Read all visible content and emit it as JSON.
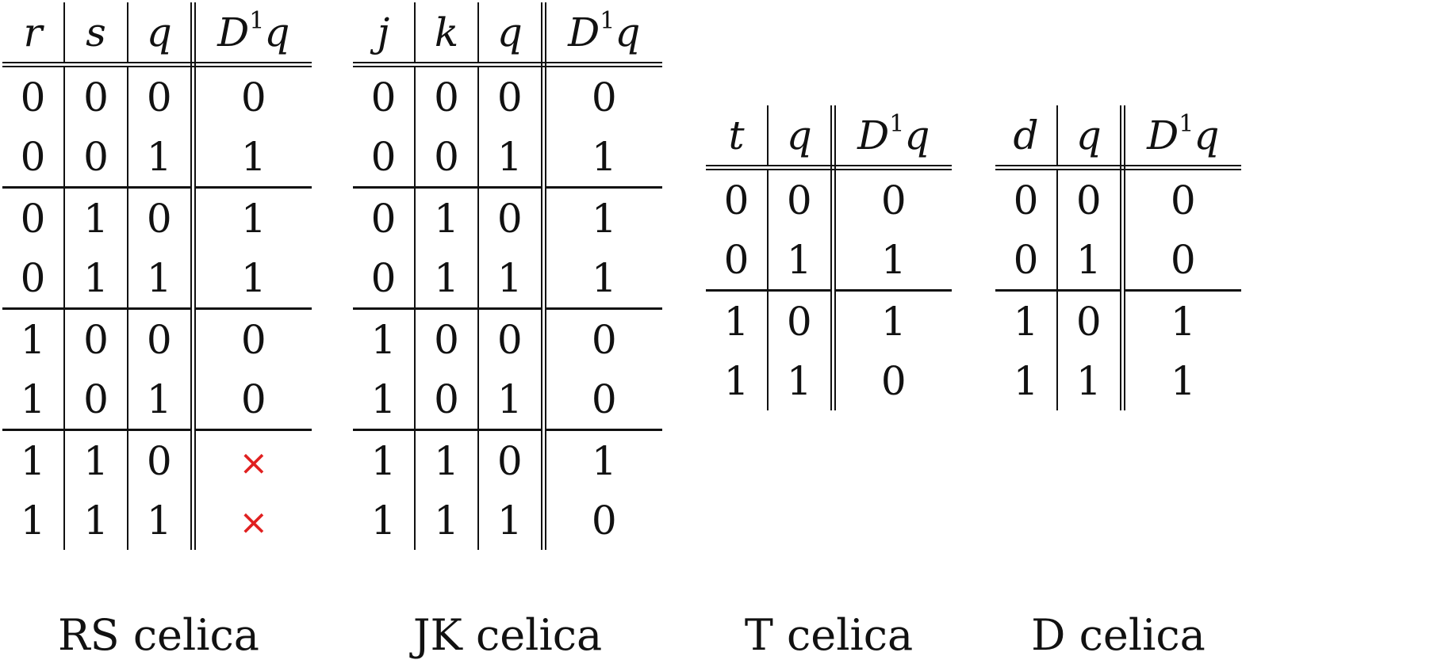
{
  "tables": [
    {
      "caption": "RS celica",
      "inputs": [
        "r",
        "s",
        "q"
      ],
      "output": {
        "op": "D",
        "sup": "1",
        "var": "q"
      },
      "groups": [
        [
          [
            "0",
            "0",
            "0",
            "0"
          ],
          [
            "0",
            "0",
            "1",
            "1"
          ]
        ],
        [
          [
            "0",
            "1",
            "0",
            "1"
          ],
          [
            "0",
            "1",
            "1",
            "1"
          ]
        ],
        [
          [
            "1",
            "0",
            "0",
            "0"
          ],
          [
            "1",
            "0",
            "1",
            "0"
          ]
        ],
        [
          [
            "1",
            "1",
            "0",
            "×"
          ],
          [
            "1",
            "1",
            "1",
            "×"
          ]
        ]
      ]
    },
    {
      "caption": "JK celica",
      "inputs": [
        "j",
        "k",
        "q"
      ],
      "output": {
        "op": "D",
        "sup": "1",
        "var": "q"
      },
      "groups": [
        [
          [
            "0",
            "0",
            "0",
            "0"
          ],
          [
            "0",
            "0",
            "1",
            "1"
          ]
        ],
        [
          [
            "0",
            "1",
            "0",
            "1"
          ],
          [
            "0",
            "1",
            "1",
            "1"
          ]
        ],
        [
          [
            "1",
            "0",
            "0",
            "0"
          ],
          [
            "1",
            "0",
            "1",
            "0"
          ]
        ],
        [
          [
            "1",
            "1",
            "0",
            "1"
          ],
          [
            "1",
            "1",
            "1",
            "0"
          ]
        ]
      ]
    },
    {
      "caption": "T celica",
      "inputs": [
        "t",
        "q"
      ],
      "output": {
        "op": "D",
        "sup": "1",
        "var": "q"
      },
      "groups": [
        [
          [
            "0",
            "0",
            "0"
          ],
          [
            "0",
            "1",
            "1"
          ]
        ],
        [
          [
            "1",
            "0",
            "1"
          ],
          [
            "1",
            "1",
            "0"
          ]
        ]
      ]
    },
    {
      "caption": "D celica",
      "inputs": [
        "d",
        "q"
      ],
      "output": {
        "op": "D",
        "sup": "1",
        "var": "q"
      },
      "groups": [
        [
          [
            "0",
            "0",
            "0"
          ],
          [
            "0",
            "1",
            "0"
          ]
        ],
        [
          [
            "1",
            "0",
            "1"
          ],
          [
            "1",
            "1",
            "1"
          ]
        ]
      ]
    }
  ],
  "colors": {
    "ink": "#111111",
    "undefined_mark": "#e02020"
  }
}
